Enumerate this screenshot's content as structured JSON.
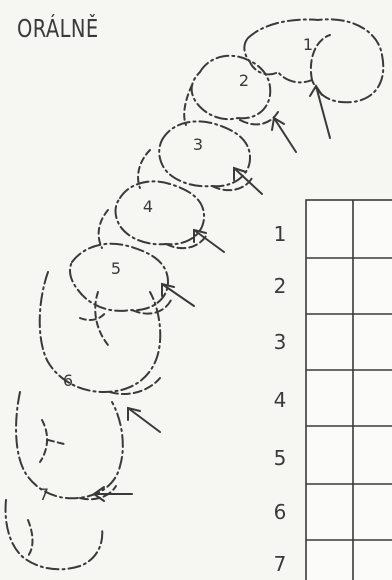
{
  "title": "ORÁLNĚ",
  "teeth": [
    {
      "label": "1"
    },
    {
      "label": "2"
    },
    {
      "label": "3"
    },
    {
      "label": "4"
    },
    {
      "label": "5"
    },
    {
      "label": "6"
    },
    {
      "label": "7"
    }
  ],
  "table": {
    "rows": [
      "1",
      "2",
      "3",
      "4",
      "5",
      "6",
      "7"
    ],
    "empty_columns": 2
  },
  "colors": {
    "ink": "#3a3a3a",
    "background": "#f6f6f3"
  }
}
